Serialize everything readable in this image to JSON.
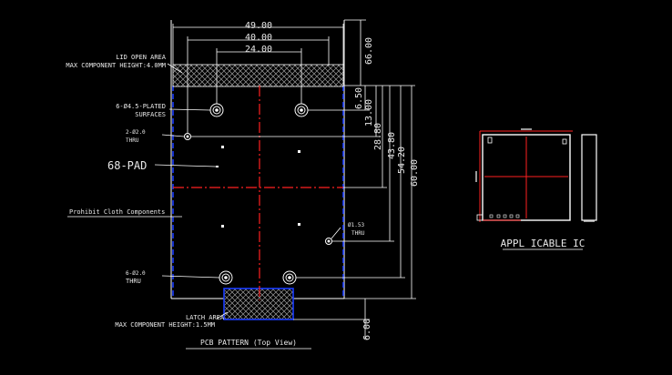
{
  "labels": {
    "lid_line1": "LID OPEN AREA",
    "lid_line2": "MAX COMPONENT HEIGHT:4.0MM",
    "plated_line1": "6-Ø4.5-PLATED",
    "plated_line2": "SURFACES",
    "thru2_line1": "2-Ø2.0",
    "thru2_line2": "THRU",
    "pad": "68-PAD",
    "prohibit": "Prohibit Cloth Components",
    "thru6_line1": "6-Ø2.0",
    "thru6_line2": "THRU",
    "thru1_line1": "Ø1.53",
    "thru1_line2": "THRU",
    "latch_line1": "LATCH AREA",
    "latch_line2": "MAX COMPONENT HEIGHT:1.5MM",
    "pcb_caption": "PCB PATTERN (Top View)",
    "ic_caption": "APPL ICABLE IC"
  },
  "dimensions": {
    "w49": "49.00",
    "w40": "40.00",
    "w24": "24.00",
    "h66": "66.00",
    "h650": "6.50",
    "h13": "13.00",
    "h288": "28.80",
    "h438": "43.80",
    "h542": "54.20",
    "h60": "60.00",
    "h6": "6.00"
  },
  "colors": {
    "outline": "#ffffff",
    "centerline": "#ff2020",
    "boundary": "#1a3cff",
    "text": "#e8e8e8"
  }
}
